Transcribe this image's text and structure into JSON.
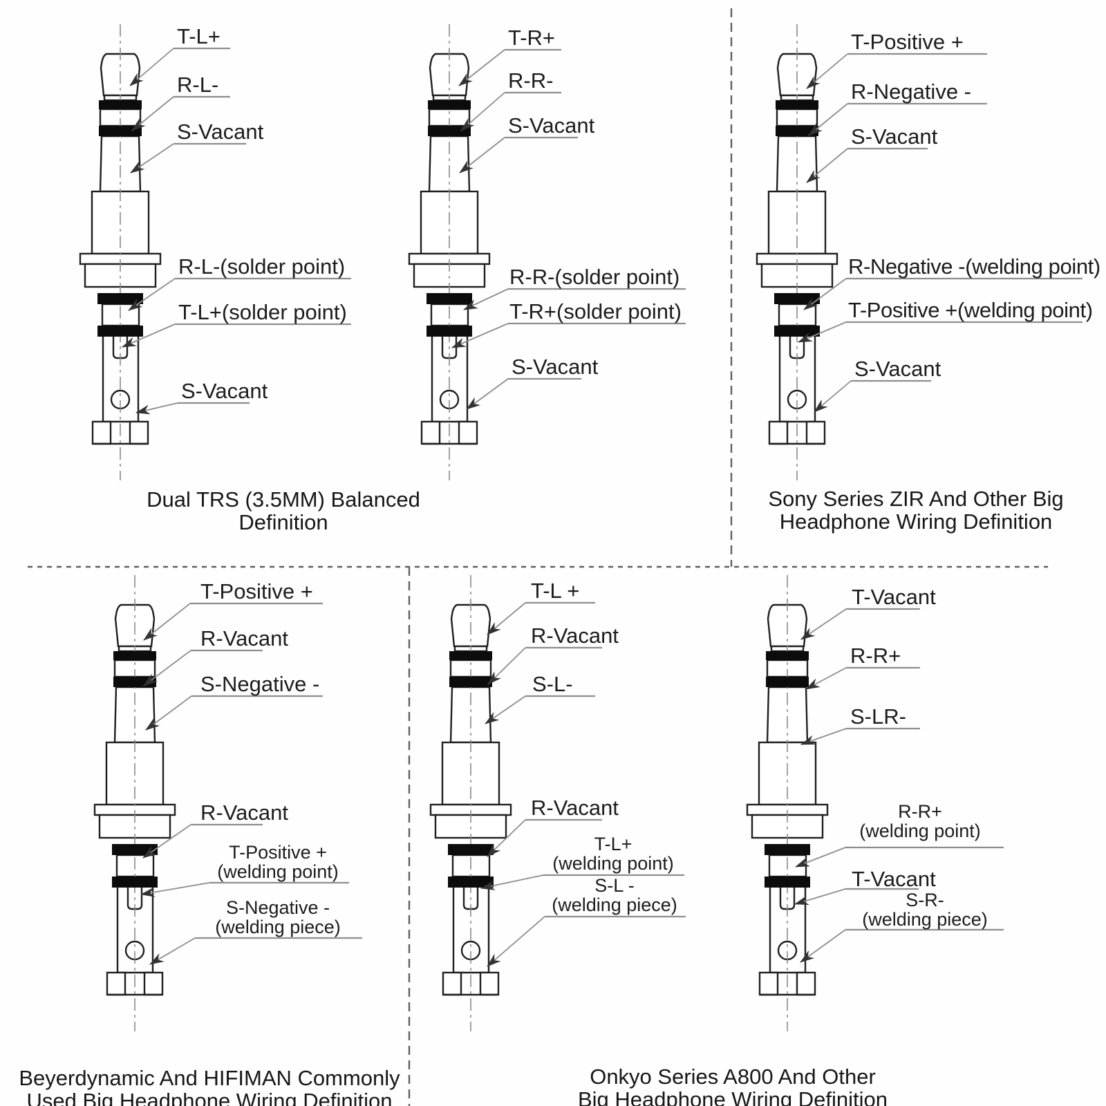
{
  "labels": {
    "d0": {
      "l0": "T-L+",
      "l1": "R-L-",
      "l2": "S-Vacant",
      "l3": "R-L-(solder point)",
      "l4": "T-L+(solder point)",
      "l5": "S-Vacant"
    },
    "d1": {
      "l0": "T-R+",
      "l1": "R-R-",
      "l2": "S-Vacant",
      "l3": "R-R-(solder point)",
      "l4": "T-R+(solder point)",
      "l5": "S-Vacant"
    },
    "d2": {
      "l0": "T-Positive +",
      "l1": "R-Negative -",
      "l2": "S-Vacant",
      "l3": "R-Negative -(welding point)",
      "l4": "T-Positive +(welding point)",
      "l5": "S-Vacant"
    },
    "d3": {
      "l0": "T-Positive +",
      "l1": "R-Vacant",
      "l2": "S-Negative -",
      "l3": "R-Vacant",
      "l4a": "T-Positive +",
      "l4b": "(welding point)",
      "l5a": "S-Negative -",
      "l5b": "(welding piece)"
    },
    "d4": {
      "l0": "T-L +",
      "l1": "R-Vacant",
      "l2": "S-L-",
      "l3": "R-Vacant",
      "l4a": "T-L+",
      "l4b": "(welding point)",
      "l5a": "S-L -",
      "l5b": "(welding piece)"
    },
    "d5": {
      "l0": "T-Vacant",
      "l1": "R-R+",
      "l2": "S-LR-",
      "l3a": "R-R+",
      "l3b": "(welding point)",
      "l4": "T-Vacant",
      "l5a": "S-R-",
      "l5b": "(welding piece)"
    }
  },
  "captions": {
    "dual_trs": "Dual TRS (3.5MM) Balanced Definition",
    "sony_l1": "Sony Series ZIR And Other Big",
    "sony_l2": "Headphone Wiring Definition",
    "beyer_l1": "Beyerdynamic And HIFIMAN Commonly",
    "beyer_l2": "Used Big Headphone Wiring Definition",
    "onkyo_l1": "Onkyo Series A800 And Other",
    "onkyo_l2": "Big Headphone Wiring Definition"
  },
  "colors": {
    "ink": "#1f1f1f",
    "leader_gray": "#8d8d8d",
    "divider_gray": "#5f5f5f",
    "text": "#1c1c1c"
  }
}
